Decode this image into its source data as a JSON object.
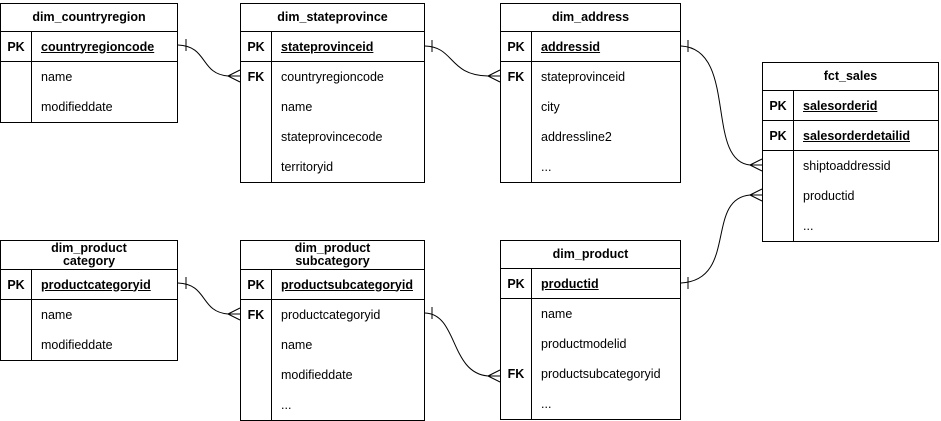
{
  "diagram": {
    "colors": {
      "background": "#ffffff",
      "line": "#000000",
      "text": "#000000"
    },
    "tables": [
      {
        "id": "dim_countryregion",
        "title_lines": [
          "dim_countryregion"
        ],
        "rows": [
          {
            "key": "PK",
            "name": "countryregioncode",
            "is_pk": true
          },
          {
            "key": "",
            "name": "name",
            "is_pk": false
          },
          {
            "key": "",
            "name": "modifieddate",
            "is_pk": false
          }
        ]
      },
      {
        "id": "dim_stateprovince",
        "title_lines": [
          "dim_stateprovince"
        ],
        "rows": [
          {
            "key": "PK",
            "name": "stateprovinceid",
            "is_pk": true
          },
          {
            "key": "FK",
            "name": "countryregioncode",
            "is_pk": false
          },
          {
            "key": "",
            "name": "name",
            "is_pk": false
          },
          {
            "key": "",
            "name": "stateprovincecode",
            "is_pk": false
          },
          {
            "key": "",
            "name": "territoryid",
            "is_pk": false
          }
        ]
      },
      {
        "id": "dim_address",
        "title_lines": [
          "dim_address"
        ],
        "rows": [
          {
            "key": "PK",
            "name": "addressid",
            "is_pk": true
          },
          {
            "key": "FK",
            "name": "stateprovinceid",
            "is_pk": false
          },
          {
            "key": "",
            "name": "city",
            "is_pk": false
          },
          {
            "key": "",
            "name": "addressline2",
            "is_pk": false
          },
          {
            "key": "",
            "name": "...",
            "is_pk": false
          }
        ]
      },
      {
        "id": "fct_sales",
        "title_lines": [
          "fct_sales"
        ],
        "rows": [
          {
            "key": "PK",
            "name": "salesorderid",
            "is_pk": true
          },
          {
            "key": "PK",
            "name": "salesorderdetailid",
            "is_pk": true
          },
          {
            "key": "",
            "name": "shiptoaddressid",
            "is_pk": false
          },
          {
            "key": "",
            "name": "productid",
            "is_pk": false
          },
          {
            "key": "",
            "name": "...",
            "is_pk": false
          }
        ]
      },
      {
        "id": "dim_productcategory",
        "title_lines": [
          "dim_product",
          "category"
        ],
        "rows": [
          {
            "key": "PK",
            "name": "productcategoryid",
            "is_pk": true
          },
          {
            "key": "",
            "name": "name",
            "is_pk": false
          },
          {
            "key": "",
            "name": "modifieddate",
            "is_pk": false
          }
        ]
      },
      {
        "id": "dim_productsubcategory",
        "title_lines": [
          "dim_product",
          "subcategory"
        ],
        "rows": [
          {
            "key": "PK",
            "name": "productsubcategoryid",
            "is_pk": true
          },
          {
            "key": "FK",
            "name": "productcategoryid",
            "is_pk": false
          },
          {
            "key": "",
            "name": "name",
            "is_pk": false
          },
          {
            "key": "",
            "name": "modifieddate",
            "is_pk": false
          },
          {
            "key": "",
            "name": "...",
            "is_pk": false
          }
        ]
      },
      {
        "id": "dim_product",
        "title_lines": [
          "dim_product"
        ],
        "rows": [
          {
            "key": "PK",
            "name": "productid",
            "is_pk": true
          },
          {
            "key": "",
            "name": "name",
            "is_pk": false
          },
          {
            "key": "",
            "name": "productmodelid",
            "is_pk": false
          },
          {
            "key": "FK",
            "name": "productsubcategoryid",
            "is_pk": false
          },
          {
            "key": "",
            "name": "...",
            "is_pk": false
          }
        ]
      }
    ],
    "relationships": [
      {
        "from_table": "dim_countryregion",
        "from_row": "countryregioncode",
        "from_cardinality": "one",
        "to_table": "dim_stateprovince",
        "to_row": "countryregioncode",
        "to_cardinality": "many"
      },
      {
        "from_table": "dim_stateprovince",
        "from_row": "stateprovinceid",
        "from_cardinality": "one",
        "to_table": "dim_address",
        "to_row": "stateprovinceid",
        "to_cardinality": "many"
      },
      {
        "from_table": "dim_address",
        "from_row": "addressid",
        "from_cardinality": "one",
        "to_table": "fct_sales",
        "to_row": "shiptoaddressid",
        "to_cardinality": "many"
      },
      {
        "from_table": "dim_product",
        "from_row": "productid",
        "from_cardinality": "one",
        "to_table": "fct_sales",
        "to_row": "productid",
        "to_cardinality": "many"
      },
      {
        "from_table": "dim_productcategory",
        "from_row": "productcategoryid",
        "from_cardinality": "one",
        "to_table": "dim_productsubcategory",
        "to_row": "productcategoryid",
        "to_cardinality": "many"
      },
      {
        "from_table": "dim_productsubcategory",
        "from_row": "productsubcategoryid",
        "from_cardinality": "one",
        "to_table": "dim_product",
        "to_row": "productsubcategoryid",
        "to_cardinality": "many"
      }
    ]
  }
}
